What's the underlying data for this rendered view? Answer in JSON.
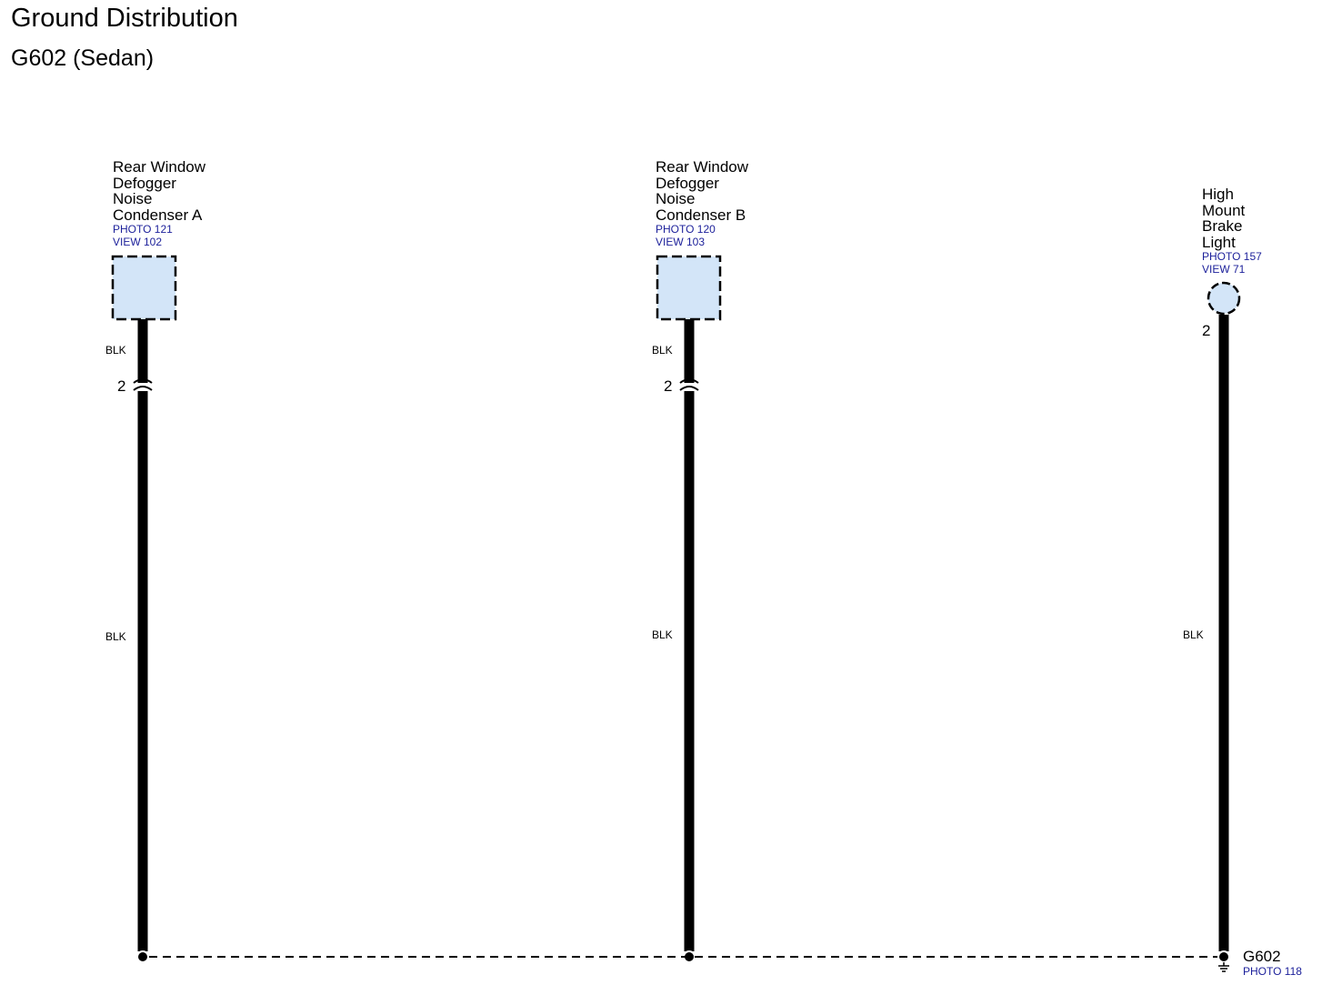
{
  "title": "Ground Distribution",
  "subtitle": "G602 (Sedan)",
  "colors": {
    "wire": "#000000",
    "component_fill": "#d3e5f8",
    "reference_text": "#1b1f9a"
  },
  "components": [
    {
      "name_lines": [
        "Rear Window",
        "Defogger",
        "Noise",
        "Condenser A"
      ],
      "photo": "PHOTO 121",
      "view": "VIEW 102",
      "shape": "dashed-square",
      "wire_color_upper": "BLK",
      "pin": "2",
      "wire_color_lower": "BLK"
    },
    {
      "name_lines": [
        "Rear Window",
        "Defogger",
        "Noise",
        "Condenser B"
      ],
      "photo": "PHOTO 120",
      "view": "VIEW 103",
      "shape": "dashed-square",
      "wire_color_upper": "BLK",
      "pin": "2",
      "wire_color_lower": "BLK"
    },
    {
      "name_lines": [
        "High",
        "Mount",
        "Brake",
        "Light"
      ],
      "photo": "PHOTO 157",
      "view": "VIEW 71",
      "shape": "dashed-circle",
      "pin": "2",
      "wire_color_lower": "BLK"
    }
  ],
  "ground": {
    "label": "G602",
    "photo": "PHOTO 118",
    "icon": "ground-symbol-icon"
  }
}
